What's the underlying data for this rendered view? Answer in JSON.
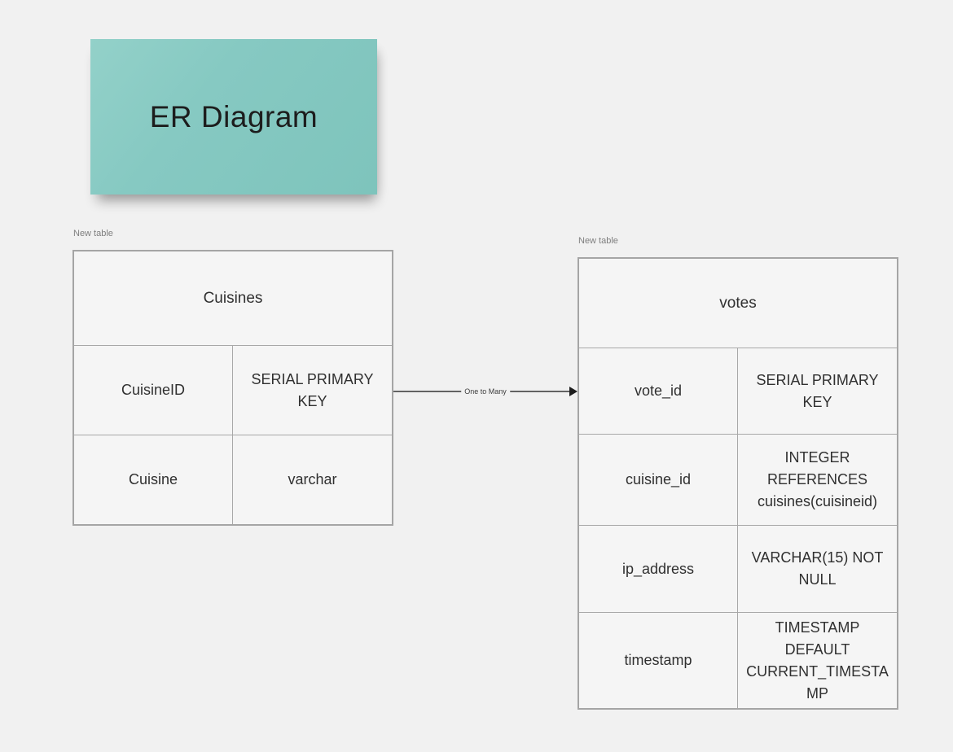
{
  "canvas": {
    "background_color": "#f1f1f1"
  },
  "sticky_note": {
    "title": "ER Diagram",
    "color": "#86c9c2",
    "text_color": "#1d1d1d"
  },
  "tables": [
    {
      "badge": "New table",
      "name": "Cuisines",
      "columns": [
        {
          "field": "CuisineID",
          "type": "SERIAL PRIMARY KEY"
        },
        {
          "field": "Cuisine",
          "type": "varchar"
        }
      ]
    },
    {
      "badge": "New table",
      "name": "votes",
      "columns": [
        {
          "field": "vote_id",
          "type": "SERIAL PRIMARY KEY"
        },
        {
          "field": "cuisine_id",
          "type": "INTEGER REFERENCES cuisines(cuisineid)"
        },
        {
          "field": "ip_address",
          "type": "VARCHAR(15) NOT NULL"
        },
        {
          "field": "timestamp",
          "type": "TIMESTAMP DEFAULT CURRENT_TIMESTAMP"
        }
      ]
    }
  ],
  "relationship": {
    "label": "One to Many"
  },
  "colors": {
    "table_fill": "#f5f5f5",
    "table_border": "#a5a5a5",
    "connector": "#636363"
  }
}
